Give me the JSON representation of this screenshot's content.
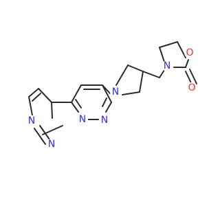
{
  "colors": {
    "background": "#ffffff",
    "bond": "#2b2b2b",
    "nitrogen": "#2d2dff",
    "oxygen": "#ff2a2a"
  },
  "labels": {
    "pyrazole_n1": "N",
    "pyrazole_n2": "N",
    "pyridazine_n1": "N",
    "pyridazine_n2": "N",
    "pyrrolidine_n": "N",
    "oxazolidinone_n": "N",
    "ring_o": "O",
    "carbonyl_o": "O"
  }
}
